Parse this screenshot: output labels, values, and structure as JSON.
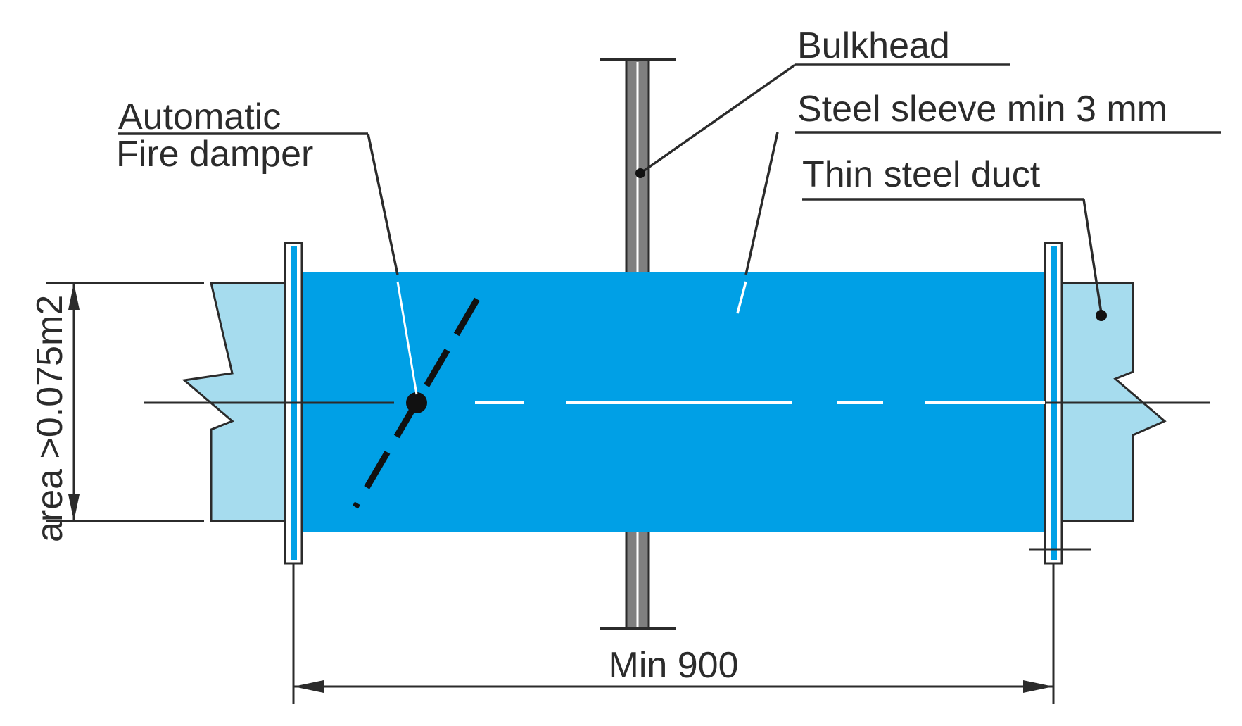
{
  "labels": {
    "bulkhead": "Bulkhead",
    "steel_sleeve": "Steel sleeve min 3 mm",
    "thin_duct": "Thin steel duct",
    "damper_line1": "Automatic",
    "damper_line2": "Fire damper",
    "area": "area >0.075m2",
    "min_length": "Min 900"
  },
  "colors": {
    "sleeve": "#00a0e6",
    "duct": "#a6dcee",
    "ink": "#2b2b2b",
    "plate": "#7f7f7f"
  }
}
